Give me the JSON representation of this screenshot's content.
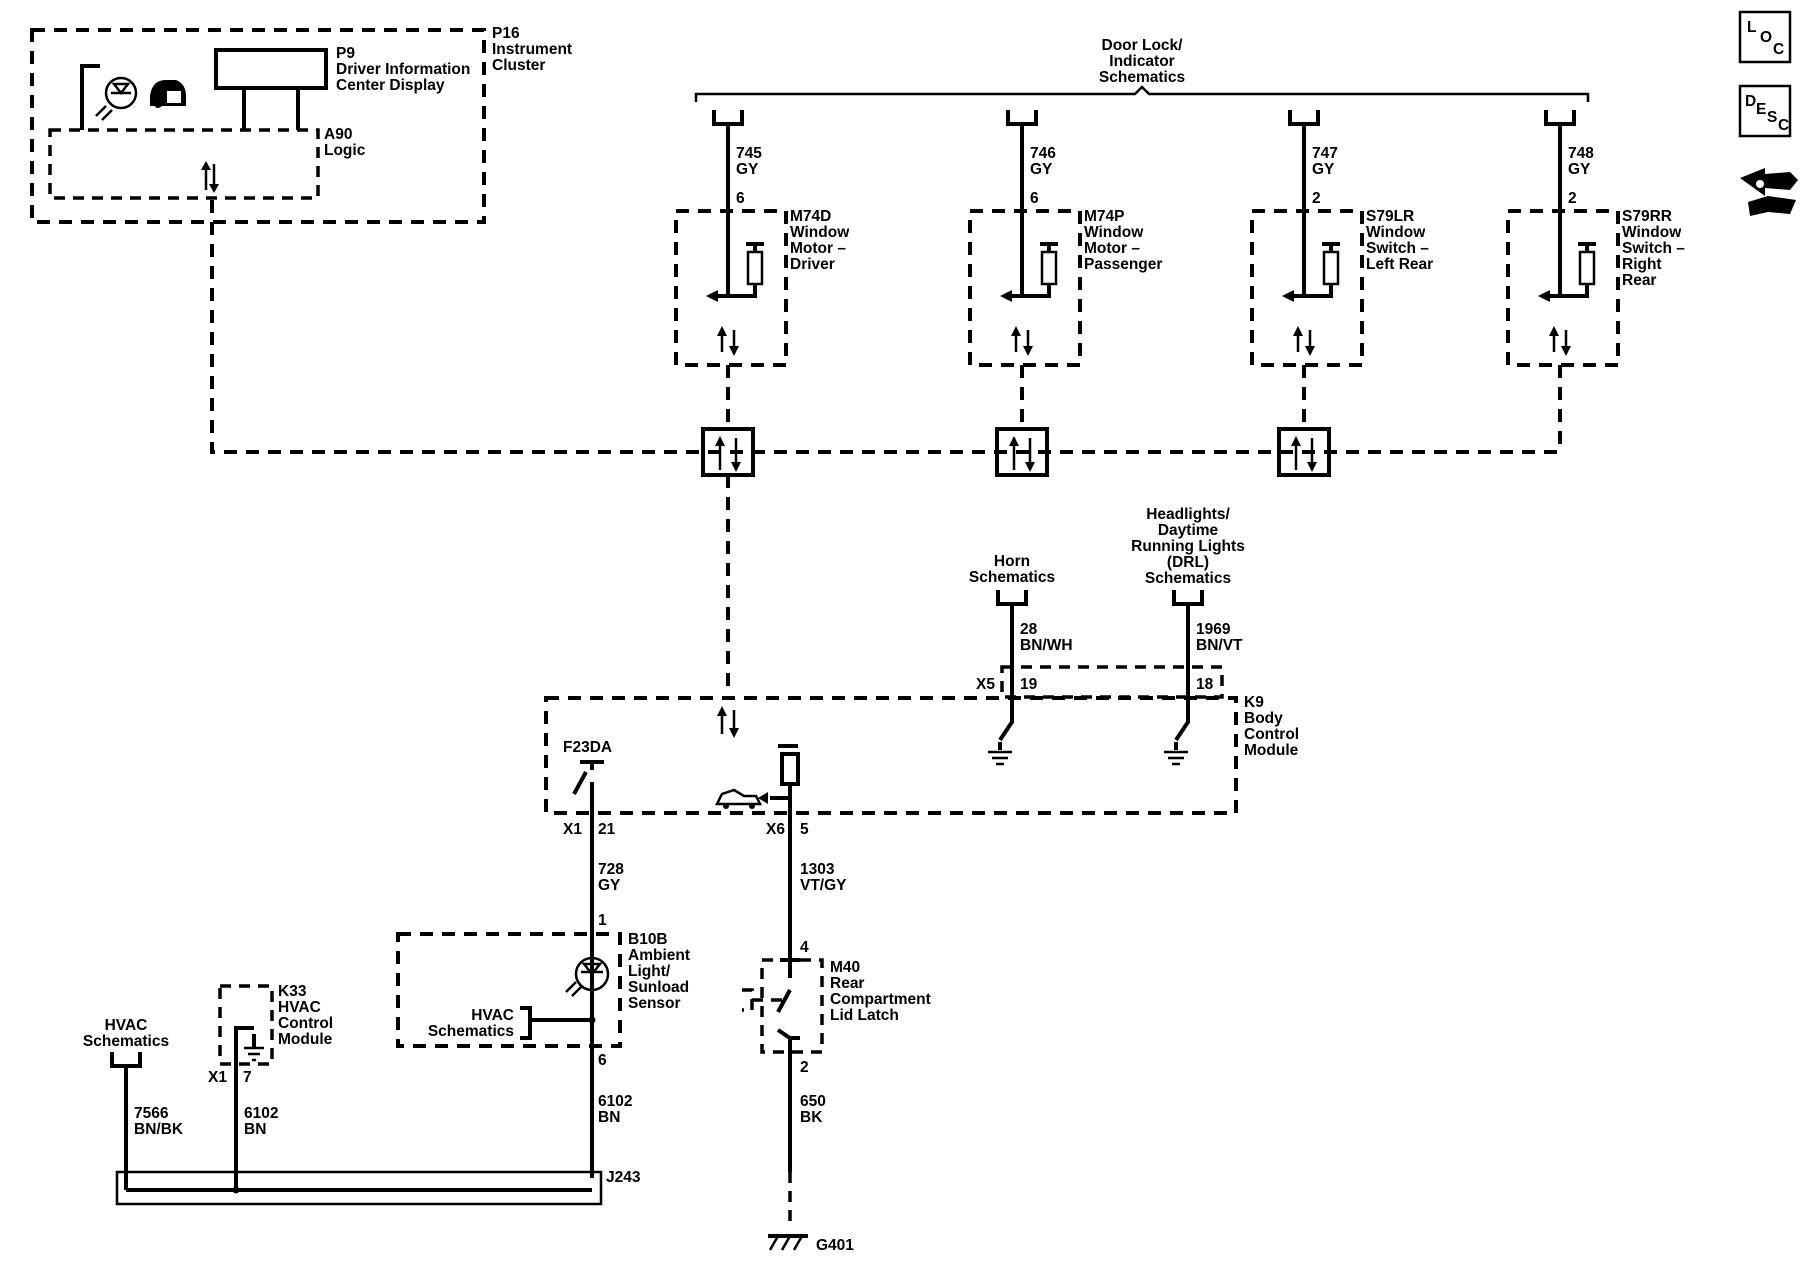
{
  "nav_icons": {
    "loc": [
      "L",
      "O",
      "C"
    ],
    "desc": [
      "D",
      "E",
      "S",
      "C"
    ],
    "connector_icon": "connector-icon"
  },
  "p16": {
    "ref": "P16",
    "name": [
      "Instrument",
      "Cluster"
    ]
  },
  "p9": {
    "ref": "P9",
    "name": [
      "Driver Information",
      "Center Display"
    ]
  },
  "a90": {
    "ref": "A90",
    "name": "Logic"
  },
  "door_lock": [
    "Door Lock/",
    "Indicator",
    "Schematics"
  ],
  "window_modules": [
    {
      "circuit": "745",
      "color": "GY",
      "pin": "6",
      "ref": "M74D",
      "name": [
        "Window",
        "Motor –",
        "Driver"
      ]
    },
    {
      "circuit": "746",
      "color": "GY",
      "pin": "6",
      "ref": "M74P",
      "name": [
        "Window",
        "Motor –",
        "Passenger"
      ]
    },
    {
      "circuit": "747",
      "color": "GY",
      "pin": "2",
      "ref": "S79LR",
      "name": [
        "Window",
        "Switch –",
        "Left Rear"
      ]
    },
    {
      "circuit": "748",
      "color": "GY",
      "pin": "2",
      "ref": "S79RR",
      "name": [
        "Window",
        "Switch –",
        "Right",
        "Rear"
      ]
    }
  ],
  "horn": {
    "label": [
      "Horn",
      "Schematics"
    ],
    "circuit": "28",
    "color": "BN/WH",
    "connector": "X5",
    "pin": "19"
  },
  "drl": {
    "label": [
      "Headlights/",
      "Daytime",
      "Running Lights",
      "(DRL)",
      "Schematics"
    ],
    "circuit": "1969",
    "color": "BN/VT",
    "pin": "18"
  },
  "k9": {
    "ref": "K9",
    "name": [
      "Body",
      "Control",
      "Module"
    ],
    "fuse": "F23DA"
  },
  "ambient_circuit": {
    "connector": "X1",
    "pin": "21",
    "circuit": "728",
    "color": "GY"
  },
  "latch_circuit": {
    "connector": "X6",
    "pin": "5",
    "circuit": "1303",
    "color": "VT/GY"
  },
  "b10b": {
    "ref": "B10B",
    "name": [
      "Ambient",
      "Light/",
      "Sunload",
      "Sensor"
    ],
    "pin_top": "1",
    "pin_bottom": "6",
    "hvac_label": [
      "HVAC",
      "Schematics"
    ]
  },
  "m40": {
    "ref": "M40",
    "name": [
      "Rear",
      "Compartment",
      "Lid Latch"
    ],
    "pin_top": "4",
    "pin_bottom": "2"
  },
  "k33": {
    "ref": "K33",
    "name": [
      "HVAC",
      "Control",
      "Module"
    ],
    "connector": "X1",
    "pin": "7"
  },
  "hvac_schem": {
    "label": [
      "HVAC",
      "Schematics"
    ]
  },
  "sensor_ground": {
    "circuit": "6102",
    "color": "BN"
  },
  "hvac_ground": {
    "circuit": "7566",
    "color": "BN/BK"
  },
  "k33_ground": {
    "circuit": "6102",
    "color": "BN"
  },
  "latch_ground": {
    "circuit": "650",
    "color": "BK"
  },
  "splice": "J243",
  "ground": "G401"
}
